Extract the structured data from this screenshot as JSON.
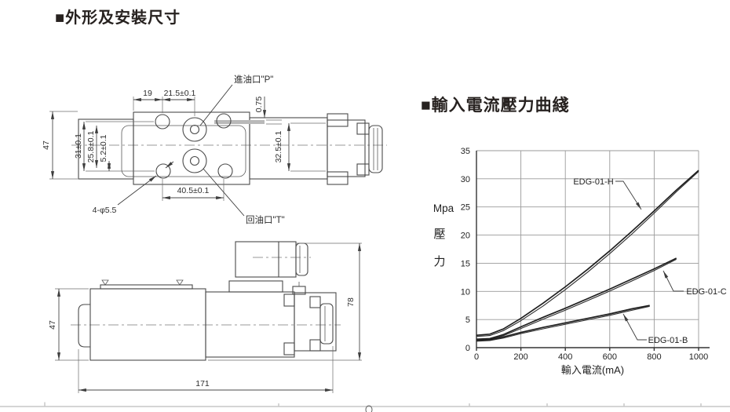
{
  "page": {
    "dimensions_title": "■外形及安裝尺寸",
    "curve_title": "■輸入電流壓力曲綫"
  },
  "top_view": {
    "dim_19": "19",
    "dim_21_5": "21.5±0.1",
    "dim_0_75": "0.75",
    "dim_47": "47",
    "dim_31": "31±0.1",
    "dim_25_8": "25.8±0.1",
    "dim_5_2": "5.2±0.1",
    "dim_32_5": "32.5±0.1",
    "dim_40_5": "40.5±0.1",
    "holes_label": "4-φ5.5",
    "inlet_label": "進油口\"P\"",
    "outlet_label": "回油口\"T\""
  },
  "side_view": {
    "dim_47": "47",
    "dim_78": "78",
    "dim_171": "171"
  },
  "chart_data": {
    "type": "line",
    "title": "輸入電流壓力曲綫",
    "xlabel": "輸入電流(mA)",
    "ylabel_unit": "Mpa",
    "ylabel_char1": "壓",
    "ylabel_char2": "力",
    "xlim": [
      0,
      1000
    ],
    "ylim": [
      0,
      35
    ],
    "xticks": [
      0,
      200,
      400,
      600,
      800,
      1000
    ],
    "yticks": [
      0,
      5,
      10,
      15,
      20,
      25,
      30,
      35
    ],
    "grid": true,
    "legend_position": "inline-arrows",
    "series": [
      {
        "name": "EDG-01-H",
        "x": [
          0,
          60,
          120,
          200,
          300,
          400,
          500,
          600,
          700,
          800,
          900,
          1000
        ],
        "y": [
          2.2,
          2.4,
          3.3,
          5.2,
          7.9,
          10.8,
          13.9,
          17.2,
          20.7,
          24.3,
          28.0,
          31.5
        ],
        "y_return": [
          2.0,
          2.15,
          3.0,
          4.8,
          7.4,
          10.3,
          13.4,
          16.7,
          20.2,
          23.9,
          27.7,
          31.3
        ]
      },
      {
        "name": "EDG-01-C",
        "x": [
          0,
          60,
          120,
          200,
          300,
          400,
          500,
          600,
          700,
          800,
          900
        ],
        "y": [
          1.5,
          1.6,
          2.3,
          3.7,
          5.4,
          7.0,
          8.7,
          10.4,
          12.2,
          14.0,
          15.9
        ],
        "y_return": [
          1.35,
          1.45,
          2.1,
          3.4,
          5.05,
          6.65,
          8.35,
          10.05,
          11.85,
          13.7,
          15.7
        ]
      },
      {
        "name": "EDG-01-B",
        "x": [
          0,
          60,
          120,
          200,
          300,
          400,
          500,
          600,
          700,
          780
        ],
        "y": [
          1.3,
          1.4,
          1.9,
          2.7,
          3.6,
          4.4,
          5.2,
          6.0,
          6.9,
          7.5
        ],
        "y_return": [
          1.15,
          1.25,
          1.7,
          2.5,
          3.35,
          4.15,
          4.95,
          5.75,
          6.65,
          7.35
        ]
      }
    ],
    "colors": {
      "curve": "#1f1f1f",
      "grid": "#9a9a9a"
    }
  }
}
